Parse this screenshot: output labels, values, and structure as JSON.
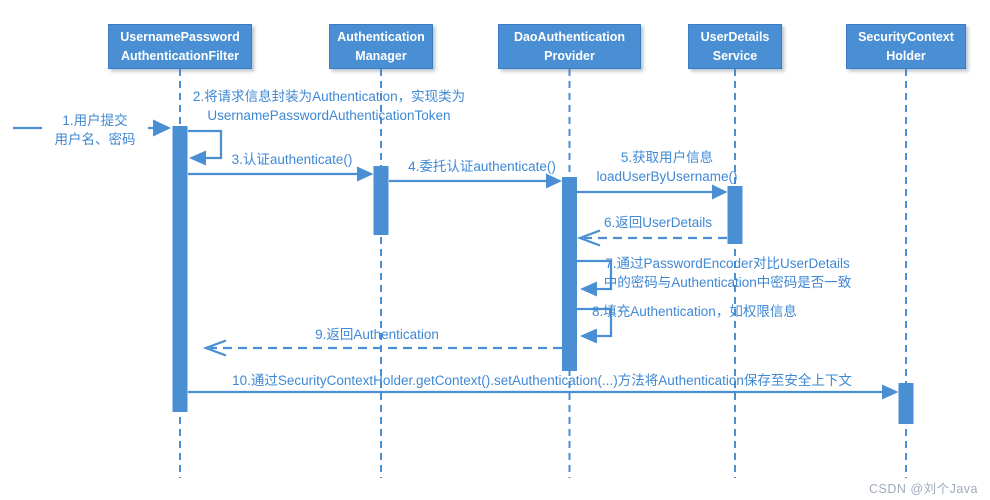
{
  "colors": {
    "primary_blue": "#4A8FD3",
    "box_border": "#3B7CC4",
    "message_text": "#3F88D4",
    "watermark_gray": "#9FABBC"
  },
  "participants": [
    {
      "name": "UsernamePassword\nAuthenticationFilter"
    },
    {
      "name": "Authentication\nManager"
    },
    {
      "name": "DaoAuthentication\nProvider"
    },
    {
      "name": "UserDetails\nService"
    },
    {
      "name": "SecurityContext\nHolder"
    }
  ],
  "messages": [
    {
      "label": "1.用户提交\n用户名、密码"
    },
    {
      "label": "2.将请求信息封装为Authentication，实现类为\nUsernamePasswordAuthenticationToken"
    },
    {
      "label": "3.认证authenticate()"
    },
    {
      "label": "4.委托认证authenticate()"
    },
    {
      "label": "5.获取用户信息\nloadUserByUsername()"
    },
    {
      "label": "6.返回UserDetails"
    },
    {
      "label": "7.通过PasswordEncoder对比UserDetails\n中的密码与Authentication中密码是否一致"
    },
    {
      "label": "8.填充Authentication，如权限信息"
    },
    {
      "label": "9.返回Authentication"
    },
    {
      "label": "10.通过SecurityContextHolder.getContext().setAuthentication(...)方法将Authentication保存至安全上下文"
    }
  ],
  "watermark": {
    "text": "CSDN @刘个Java"
  }
}
